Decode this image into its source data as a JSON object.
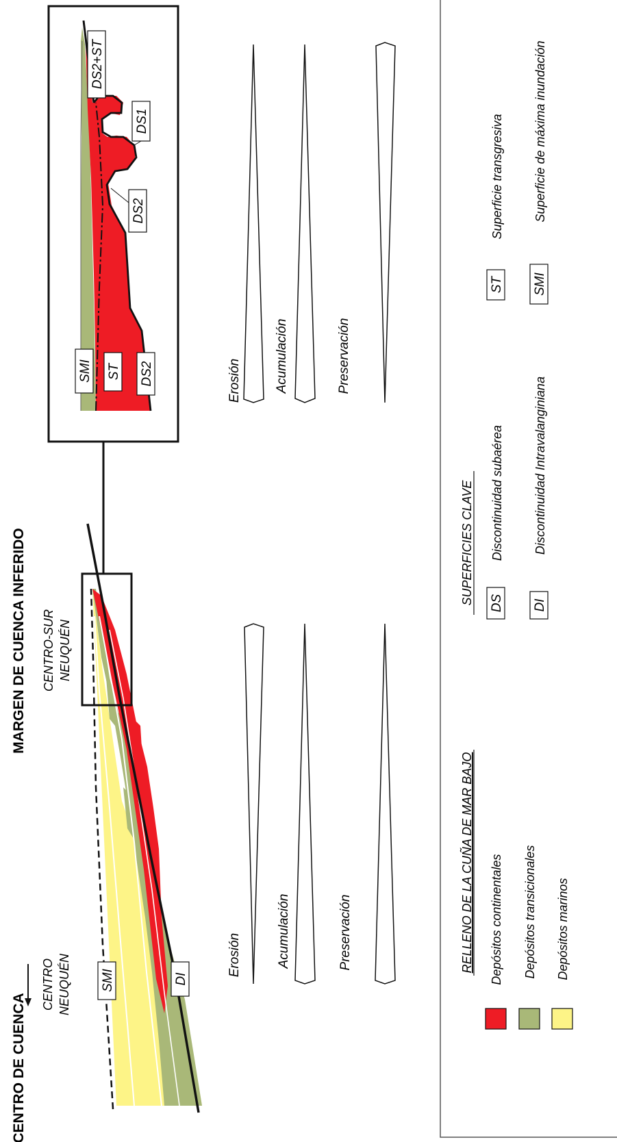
{
  "titles": {
    "basin_margin": "MARGEN DE CUENCA INFERIDO",
    "basin_center": "CENTRO DE CUENCA"
  },
  "locations": {
    "center_line1": "CENTRO",
    "center_line2": "NEUQUÉN",
    "southcenter_line1": "CENTRO-SUR",
    "southcenter_line2": "NEUQUÉN"
  },
  "cross_section": {
    "smi": "SMI",
    "di": "DI"
  },
  "inset": {
    "smi": "SMI",
    "st": "ST",
    "ds2_base": "DS2",
    "ds2_mid": "DS2",
    "ds1": "DS1",
    "ds2_st": "DS2+ST"
  },
  "trends": {
    "left": {
      "erosion": "Erosión",
      "accumulation": "Acumulación",
      "preservation": "Preservación"
    },
    "right": {
      "erosion": "Erosión",
      "accumulation": "Acumulación",
      "preservation": "Preservación"
    }
  },
  "legend": {
    "fill_heading": "RELLENO DE LA CUÑA DE MAR BAJO",
    "deposits": [
      {
        "label": "Depósitos continentales",
        "color": "#ee1c25"
      },
      {
        "label": "Depósitos transicionales",
        "color": "#a9b878"
      },
      {
        "label": "Depósitos marinos",
        "color": "#fdf487"
      }
    ],
    "surfaces_heading": "SUPERFICIES CLAVE",
    "surfaces": [
      {
        "abbr": "DS",
        "label": "Discontinuidad subaérea"
      },
      {
        "abbr": "DI",
        "label": "Discontinuidad Intravalanginiana"
      },
      {
        "abbr": "ST",
        "label": "Superficie transgresiva"
      },
      {
        "abbr": "SMI",
        "label": "Superficie de máxima inundación"
      }
    ]
  },
  "colors": {
    "continental": "#ee1c25",
    "transitional": "#a9b878",
    "marine": "#fdf487"
  }
}
